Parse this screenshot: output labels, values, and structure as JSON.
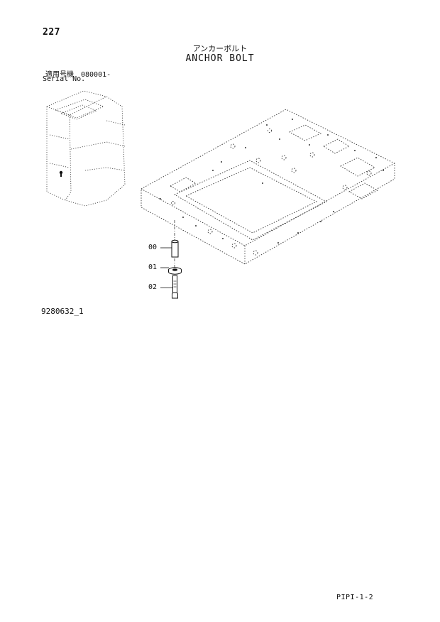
{
  "header": {
    "page_number": "227",
    "title_jp": "アンカーボルト",
    "title_en": "ANCHOR BOLT",
    "serial_jp": "適用号機　080001-",
    "serial_en": "Serial No."
  },
  "callouts": [
    {
      "label": "00",
      "part": "collar"
    },
    {
      "label": "01",
      "part": "washer"
    },
    {
      "label": "02",
      "part": "bolt"
    }
  ],
  "figure": {
    "code": "9280632_1"
  },
  "footer": {
    "page_ref": "PIPI-1-2"
  },
  "colors": {
    "ink": "#111111",
    "paper": "#ffffff"
  }
}
